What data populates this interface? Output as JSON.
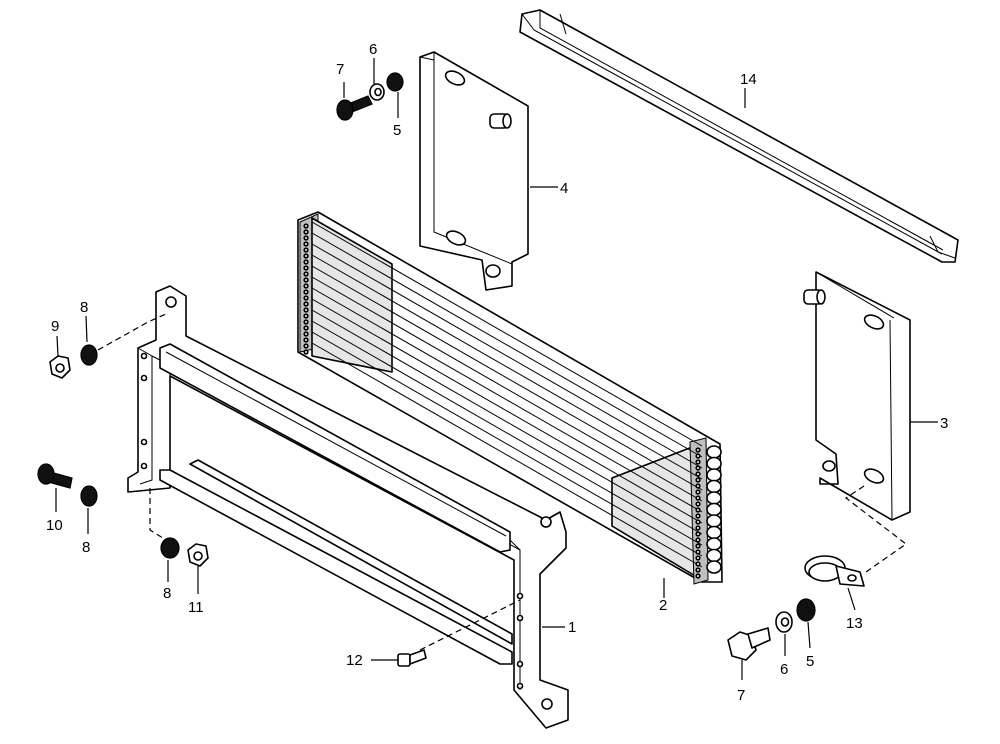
{
  "callouts": [
    {
      "id": "c1",
      "text": "1"
    },
    {
      "id": "c2",
      "text": "2"
    },
    {
      "id": "c3",
      "text": "3"
    },
    {
      "id": "c4",
      "text": "4"
    },
    {
      "id": "c5a",
      "text": "5"
    },
    {
      "id": "c5b",
      "text": "5"
    },
    {
      "id": "c6a",
      "text": "6"
    },
    {
      "id": "c6b",
      "text": "6"
    },
    {
      "id": "c7a",
      "text": "7"
    },
    {
      "id": "c7b",
      "text": "7"
    },
    {
      "id": "c8a",
      "text": "8"
    },
    {
      "id": "c8b",
      "text": "8"
    },
    {
      "id": "c8c",
      "text": "8"
    },
    {
      "id": "c9",
      "text": "9"
    },
    {
      "id": "c10",
      "text": "10"
    },
    {
      "id": "c11",
      "text": "11"
    },
    {
      "id": "c12",
      "text": "12"
    },
    {
      "id": "c13",
      "text": "13"
    },
    {
      "id": "c14",
      "text": "14"
    }
  ]
}
